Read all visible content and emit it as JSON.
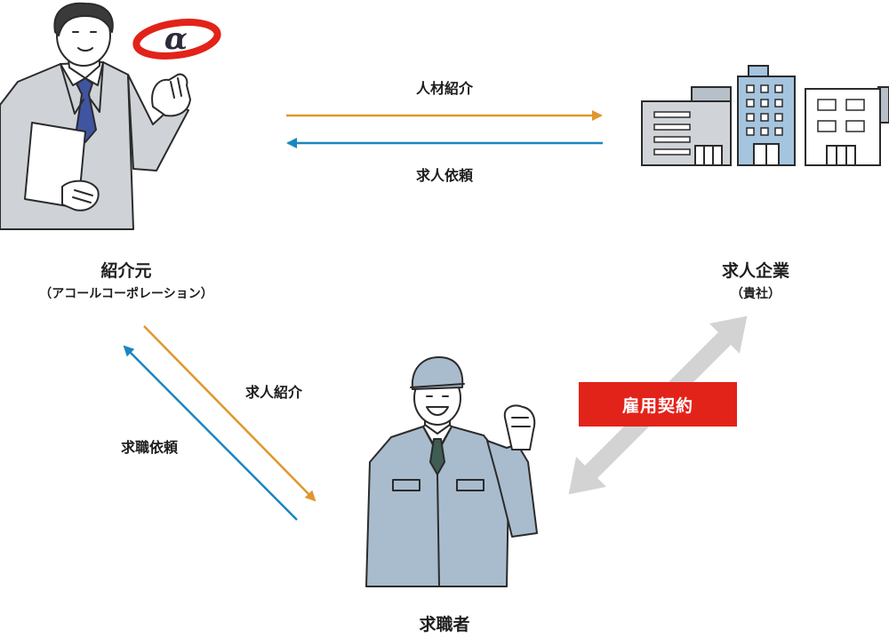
{
  "nodes": {
    "agency": {
      "title": "紹介元",
      "subtitle": "（アコールコーポレーション）"
    },
    "company": {
      "title": "求人企業",
      "subtitle": "（貴社）"
    },
    "seeker": {
      "title": "求職者"
    }
  },
  "edges": {
    "agency_to_company": "人材紹介",
    "company_to_agency": "求人依頼",
    "agency_to_seeker": "求人紹介",
    "seeker_to_agency": "求職依頼",
    "seeker_company": "雇用契約"
  },
  "logo": {
    "glyph": "α"
  },
  "colors": {
    "orange_arrow": "#e0962e",
    "blue_arrow": "#1a86bf",
    "contract_badge": "#e2231a",
    "contract_arrow": "#d3d3d3",
    "suit": "#cfd3d8",
    "uniform": "#a9bccd"
  }
}
